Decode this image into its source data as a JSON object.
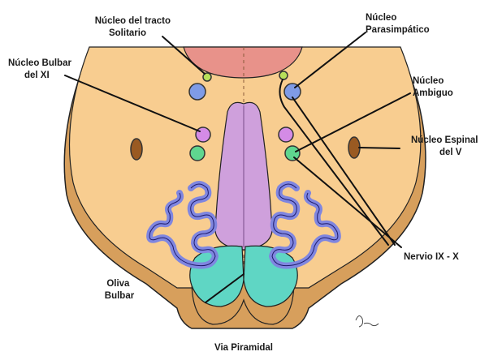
{
  "diagram": {
    "labels": {
      "tracto_solitario": [
        "Núcleo del tracto",
        "Solitario"
      ],
      "parasimpatico": [
        "Núcleo",
        "Parasimpático"
      ],
      "bulbar_xi": [
        "Núcleo Bulbar",
        "del XI"
      ],
      "ambiguo": [
        "Núcleo",
        "Ambiguo"
      ],
      "espinal_v": [
        "Núcleo Espinal",
        "del V"
      ],
      "nervio": [
        "Nervio IX - X"
      ],
      "oliva": [
        "Oliva",
        "Bulbar"
      ],
      "via_piramidal": [
        "Via Piramidal"
      ]
    },
    "colors": {
      "tissue": "#f8cd90",
      "tissue_dark": "#d79f5c",
      "fourth_ventricle_floor": "#e8928a",
      "pyramid_tract": "#cfa0dc",
      "pyramids": "#5fd6c4",
      "olive": "#7f86e0",
      "tracto_solitario": "#b8e05a",
      "parasimpatico": "#7f9be6",
      "xi_nucleus": "#d48be6",
      "ambiguo": "#5fd68f",
      "espinal_v": "#9a5a22"
    }
  }
}
